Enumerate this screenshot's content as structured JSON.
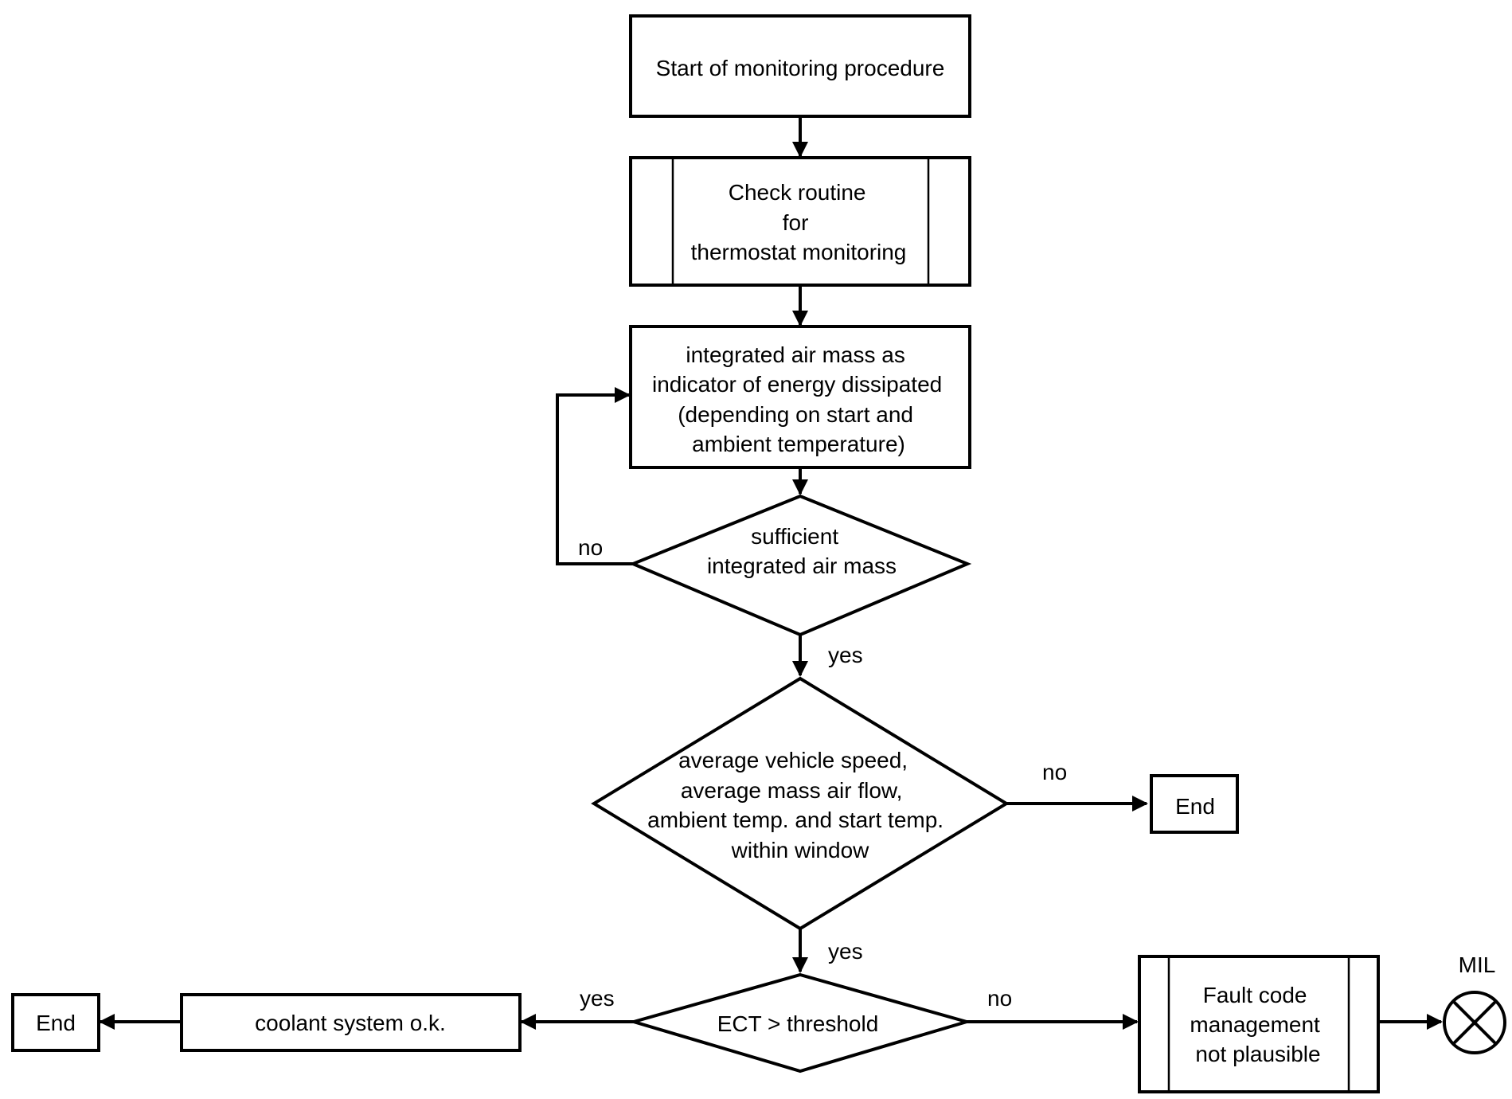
{
  "nodes": {
    "start": {
      "lines": [
        "Start of monitoring procedure"
      ]
    },
    "check_routine": {
      "lines": [
        "Check routine",
        "for",
        "thermostat monitoring"
      ]
    },
    "integrated_air_mass": {
      "lines": [
        "integrated air mass as",
        "indicator of energy dissipated",
        "(depending on start and",
        "ambient temperature)"
      ]
    },
    "sufficient_decision": {
      "lines": [
        "sufficient",
        "integrated air mass"
      ]
    },
    "window_decision": {
      "lines": [
        "average vehicle speed,",
        "average mass air flow,",
        "ambient temp. and start temp.",
        "within window"
      ]
    },
    "end_right": {
      "lines": [
        "End"
      ]
    },
    "ect_decision": {
      "lines": [
        "ECT > threshold"
      ]
    },
    "coolant_ok": {
      "lines": [
        "coolant system o.k."
      ]
    },
    "end_left": {
      "lines": [
        "End"
      ]
    },
    "fault_code": {
      "lines": [
        "Fault code",
        "management",
        "not plausible"
      ]
    },
    "mil": {
      "label": "MIL",
      "icon": "lamp-cross-icon"
    }
  },
  "edge_labels": {
    "sufficient_no": "no",
    "sufficient_yes": "yes",
    "window_no": "no",
    "window_yes": "yes",
    "ect_yes": "yes",
    "ect_no": "no"
  },
  "colors": {
    "stroke": "#000000",
    "background": "#ffffff"
  }
}
